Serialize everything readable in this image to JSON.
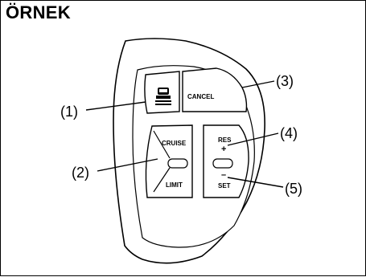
{
  "title": "ÖRNEK",
  "buttons": {
    "cancel": "CANCEL",
    "cruise": "CRUISE",
    "limit": "LIMIT",
    "res": "RES",
    "plus": "+",
    "minus": "–",
    "set": "SET"
  },
  "callouts": {
    "c1": "(1)",
    "c2": "(2)",
    "c3": "(3)",
    "c4": "(4)",
    "c5": "(5)"
  },
  "icons": {
    "button1": "vehicle-distance-icon"
  }
}
